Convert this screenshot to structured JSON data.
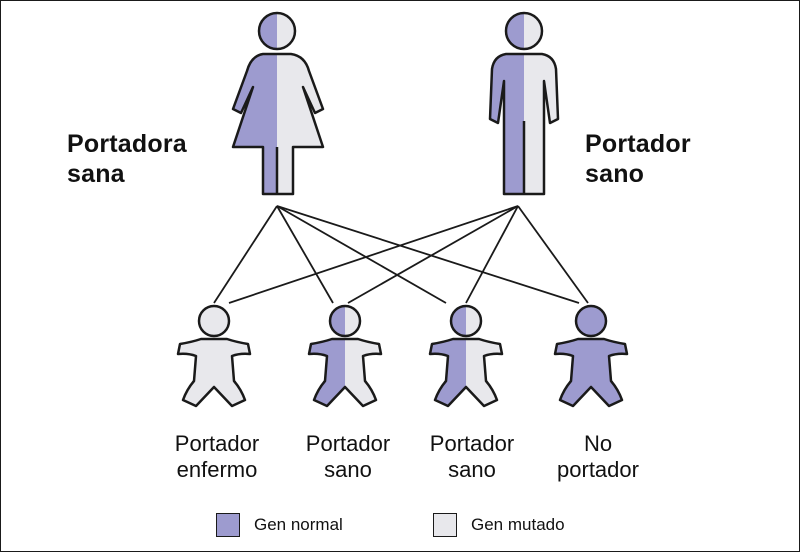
{
  "colors": {
    "normal": "#9d9bcf",
    "mutated": "#e8e8ec",
    "outline": "#1a1a1a"
  },
  "parents": [
    {
      "id": "mother",
      "label_line1": "Portadora",
      "label_line2": "sana"
    },
    {
      "id": "father",
      "label_line1": "Portador",
      "label_line2": "sano"
    }
  ],
  "children": [
    {
      "line1": "Portador",
      "line2": "enfermo",
      "genotype": "mutated-mutated"
    },
    {
      "line1": "Portador",
      "line2": "sano",
      "genotype": "normal-mutated"
    },
    {
      "line1": "Portador",
      "line2": "sano",
      "genotype": "normal-mutated"
    },
    {
      "line1": "No",
      "line2": "portador",
      "genotype": "normal-normal"
    }
  ],
  "legend": {
    "normal_label": "Gen normal",
    "mutated_label": "Gen mutado"
  }
}
